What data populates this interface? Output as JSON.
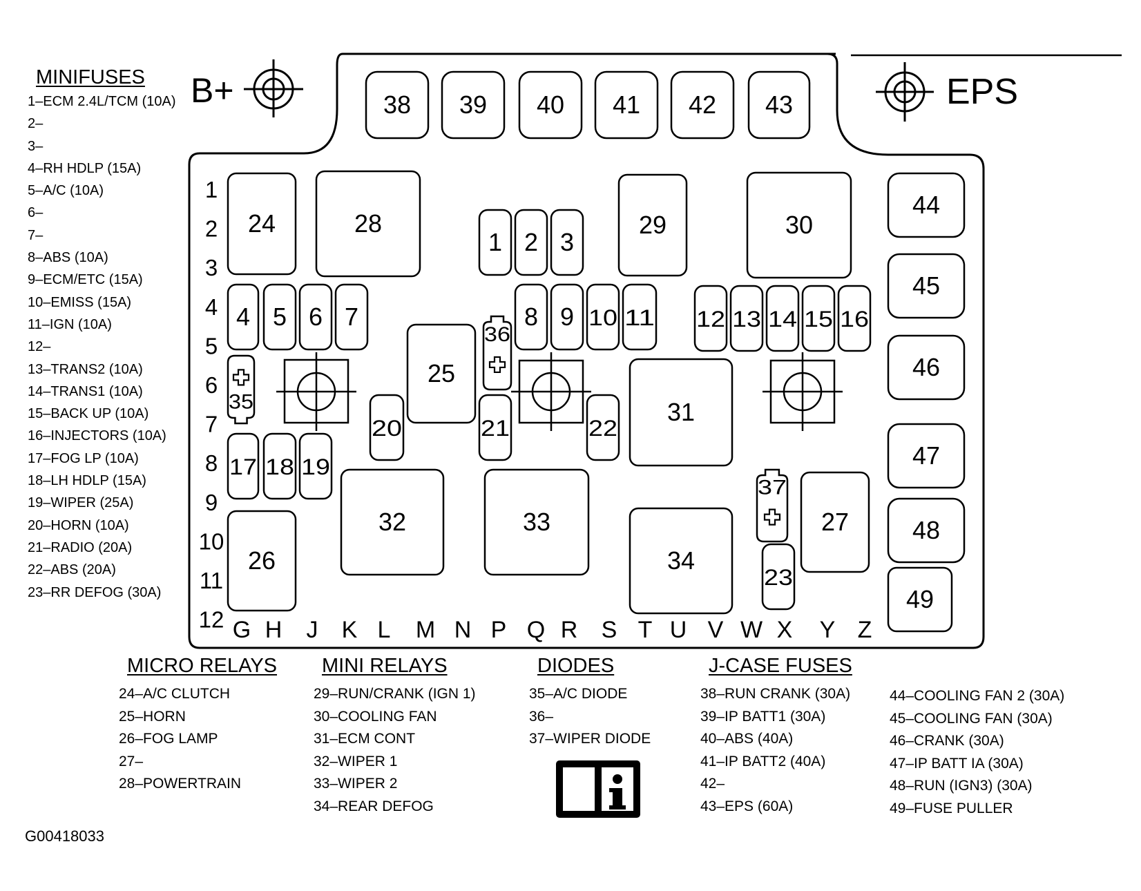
{
  "top_labels": {
    "bplus": "B+",
    "eps": "EPS"
  },
  "figure_id": "G00418033",
  "boxes": [
    {
      "id": "38",
      "label": "38"
    },
    {
      "id": "39",
      "label": "39"
    },
    {
      "id": "40",
      "label": "40"
    },
    {
      "id": "41",
      "label": "41"
    },
    {
      "id": "42",
      "label": "42"
    },
    {
      "id": "43",
      "label": "43"
    },
    {
      "id": "24",
      "label": "24"
    },
    {
      "id": "28",
      "label": "28"
    },
    {
      "id": "1",
      "label": "1"
    },
    {
      "id": "2",
      "label": "2"
    },
    {
      "id": "3",
      "label": "3"
    },
    {
      "id": "29",
      "label": "29"
    },
    {
      "id": "30",
      "label": "30"
    },
    {
      "id": "44",
      "label": "44"
    },
    {
      "id": "45",
      "label": "45"
    },
    {
      "id": "46",
      "label": "46"
    },
    {
      "id": "47",
      "label": "47"
    },
    {
      "id": "48",
      "label": "48"
    },
    {
      "id": "49",
      "label": "49"
    },
    {
      "id": "4",
      "label": "4"
    },
    {
      "id": "5",
      "label": "5"
    },
    {
      "id": "6",
      "label": "6"
    },
    {
      "id": "7",
      "label": "7"
    },
    {
      "id": "8",
      "label": "8"
    },
    {
      "id": "9",
      "label": "9"
    },
    {
      "id": "10",
      "label": "10"
    },
    {
      "id": "11",
      "label": "11"
    },
    {
      "id": "12",
      "label": "12"
    },
    {
      "id": "13",
      "label": "13"
    },
    {
      "id": "14",
      "label": "14"
    },
    {
      "id": "15",
      "label": "15"
    },
    {
      "id": "16",
      "label": "16"
    },
    {
      "id": "25",
      "label": "25"
    },
    {
      "id": "31",
      "label": "31"
    },
    {
      "id": "20",
      "label": "20"
    },
    {
      "id": "21",
      "label": "21"
    },
    {
      "id": "22",
      "label": "22"
    },
    {
      "id": "17",
      "label": "17"
    },
    {
      "id": "18",
      "label": "18"
    },
    {
      "id": "19",
      "label": "19"
    },
    {
      "id": "32",
      "label": "32"
    },
    {
      "id": "33",
      "label": "33"
    },
    {
      "id": "34",
      "label": "34"
    },
    {
      "id": "27",
      "label": "27"
    },
    {
      "id": "26",
      "label": "26"
    },
    {
      "id": "23",
      "label": "23"
    }
  ],
  "diodes": [
    {
      "id": "35",
      "label": "35"
    },
    {
      "id": "36",
      "label": "36"
    },
    {
      "id": "37",
      "label": "37"
    }
  ],
  "row_labels": [
    "1",
    "2",
    "3",
    "4",
    "5",
    "6",
    "7",
    "8",
    "9",
    "10",
    "11",
    "12"
  ],
  "column_labels": [
    "G",
    "H",
    "J",
    "K",
    "L",
    "M",
    "N",
    "P",
    "Q",
    "R",
    "S",
    "T",
    "U",
    "V",
    "W",
    "X",
    "Y",
    "Z"
  ],
  "legend": {
    "minifuses": {
      "title": "MINIFUSES",
      "items": [
        "1–ECM 2.4L/TCM (10A)",
        "2–",
        "3–",
        "4–RH HDLP (15A)",
        "5–A/C (10A)",
        "6–",
        "7–",
        "8–ABS (10A)",
        "9–ECM/ETC (15A)",
        "10–EMISS (15A)",
        "11–IGN (10A)",
        "12–",
        "13–TRANS2 (10A)",
        "14–TRANS1 (10A)",
        "15–BACK UP (10A)",
        "16–INJECTORS (10A)",
        "17–FOG LP (10A)",
        "18–LH HDLP (15A)",
        "19–WIPER (25A)",
        "20–HORN (10A)",
        "21–RADIO (20A)",
        "22–ABS (20A)",
        "23–RR DEFOG (30A)"
      ]
    },
    "micro_relays": {
      "title": "MICRO RELAYS",
      "items": [
        "24–A/C CLUTCH",
        "25–HORN",
        "26–FOG LAMP",
        "27–",
        "28–POWERTRAIN"
      ]
    },
    "mini_relays": {
      "title": "MINI RELAYS",
      "items": [
        "29–RUN/CRANK (IGN 1)",
        "30–COOLING FAN",
        "31–ECM CONT",
        "32–WIPER 1",
        "33–WIPER 2",
        "34–REAR DEFOG"
      ]
    },
    "diodes": {
      "title": "DIODES",
      "items": [
        "35–A/C DIODE",
        "36–",
        "37–WIPER DIODE"
      ]
    },
    "jcase_fuses": {
      "title": "J-CASE FUSES",
      "col1": [
        "38–RUN CRANK (30A)",
        "39–IP BATT1 (30A)",
        "40–ABS (40A)",
        "41–IP BATT2 (40A)",
        "42–",
        "43–EPS (60A)"
      ],
      "col2": [
        "44–COOLING FAN 2 (30A)",
        "45–COOLING FAN (30A)",
        "46–CRANK (30A)",
        "47–IP BATT IA (30A)",
        "48–RUN (IGN3) (30A)",
        "49–FUSE PULLER"
      ]
    }
  }
}
